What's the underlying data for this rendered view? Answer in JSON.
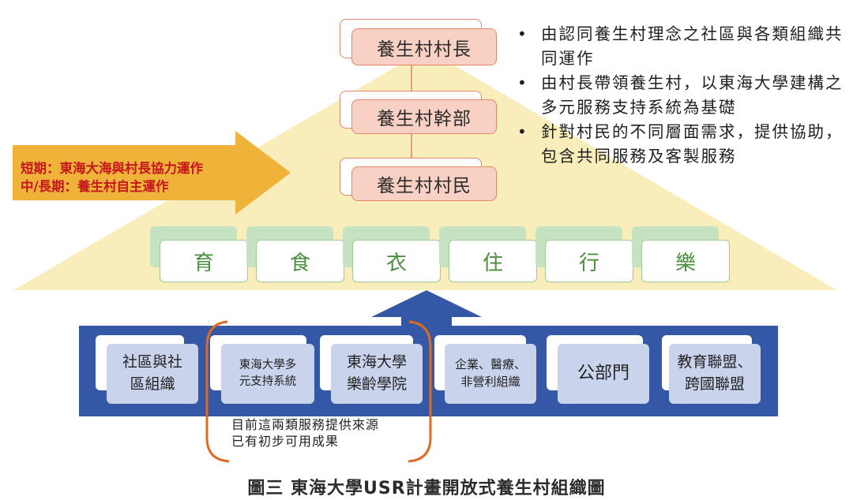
{
  "village": {
    "head": "養生村村長",
    "cadre": "養生村幹部",
    "villagers": "養生村村民"
  },
  "bullets": [
    "由認同養生村理念之社區與各類組織共同運作",
    "由村長帶領養生村，以東海大學建構之多元服務支持系統為基礎",
    "針對村民的不同層面需求，提供協助，包含共同服務及客製服務"
  ],
  "arrow": {
    "line1": "短期：東海大海與村長協力運作",
    "line2": "中/長期：養生村自主運作"
  },
  "categories": [
    "育",
    "食",
    "衣",
    "住",
    "行",
    "樂"
  ],
  "orgs": {
    "community": [
      "社區與社",
      "區組織"
    ],
    "thu_system": [
      "東海大學多",
      "元支持系統"
    ],
    "thu_ageing": [
      "東海大學",
      "樂齡學院"
    ],
    "enterprise": [
      "企業、醫療、",
      "非營利組織"
    ],
    "public": "公部門",
    "edu": [
      "教育聯盟、",
      "跨國聯盟"
    ]
  },
  "note": {
    "line1": "目前這兩類服務提供來源",
    "line2": "已有初步可用成果"
  },
  "caption": "圖三 東海大學USR計畫開放式養生村組織圖",
  "colors": {
    "triangle": "#f9eebb",
    "arrow": "#f0b33a",
    "arrow_text": "#c4161c",
    "org_band": "#3558a6",
    "up_arrow": "#3558a6",
    "bracket": "#e06a1e"
  }
}
